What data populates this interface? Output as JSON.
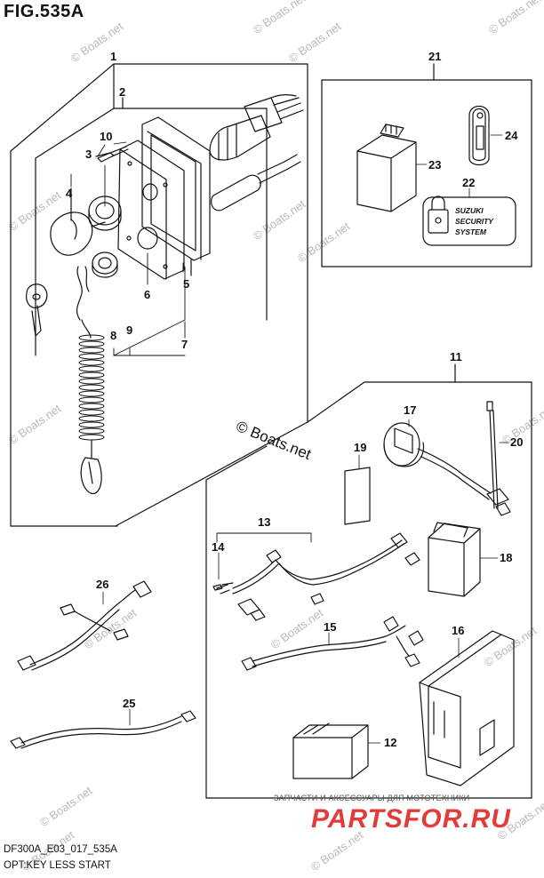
{
  "figure": {
    "title": "FIG.535A",
    "model_code": "DF300A_E03_017_535A",
    "subtitle": "OPT:KEY LESS START"
  },
  "watermark": {
    "text": "© Boats.net",
    "center_text": "© Boats.net"
  },
  "promo": {
    "tagline": "ЗАПЧАСТИ И АКСЕССУАРЫ ДЛЯ МОТОТЕХНИКИ",
    "logo": "PARTSFOR.RU",
    "logo_color": "#e33a3a"
  },
  "callouts": {
    "c1": "1",
    "c2": "2",
    "c3": "3",
    "c4": "4",
    "c5": "5",
    "c6": "6",
    "c7": "7",
    "c8": "8",
    "c9": "9",
    "c10": "10",
    "c11": "11",
    "c12": "12",
    "c13": "13",
    "c14": "14",
    "c15": "15",
    "c16": "16",
    "c17": "17",
    "c18": "18",
    "c19": "19",
    "c20": "20",
    "c21": "21",
    "c22": "22",
    "c23": "23",
    "c24": "24",
    "c25": "25",
    "c26": "26"
  },
  "label_22": {
    "line1": "SUZUKI",
    "line2": "SECURITY",
    "line3": "SYSTEM"
  }
}
